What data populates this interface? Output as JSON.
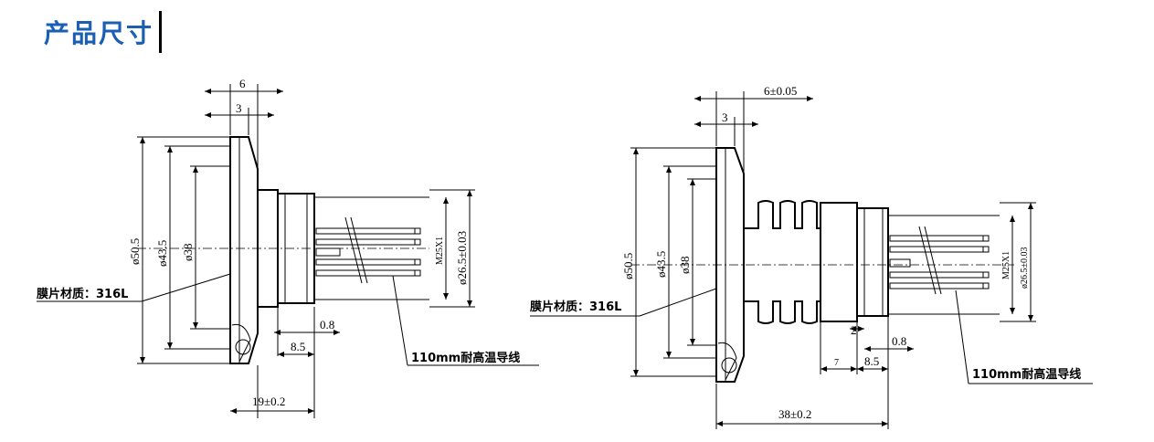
{
  "title": "产品尺寸",
  "left": {
    "dim_top_outer": "6",
    "dim_top_inner": "3",
    "dia_outer": "ø50.5",
    "dia_mid": "ø43.5",
    "dia_inner": "ø38",
    "thread": "M25X1",
    "dia_housing": "ø26.5±0.03",
    "membrane": "膜片材质：316L",
    "dim_small": "0.8",
    "dim_a": "8.5",
    "dim_total": "19±0.2",
    "wire": "110mm耐高温导线"
  },
  "right": {
    "dim_top_outer": "6±0.05",
    "dim_top_inner": "3",
    "dia_outer": "ø50.5",
    "dia_mid": "ø43.5",
    "dia_inner": "ø38",
    "thread": "M25X1",
    "dia_housing": "ø26.5±0.03",
    "membrane": "膜片材质：316L",
    "dim_2": "2",
    "dim_small": "0.8",
    "dim_7": "7",
    "dim_a": "8.5",
    "dim_total": "38±0.2",
    "wire": "110mm耐高温导线"
  }
}
